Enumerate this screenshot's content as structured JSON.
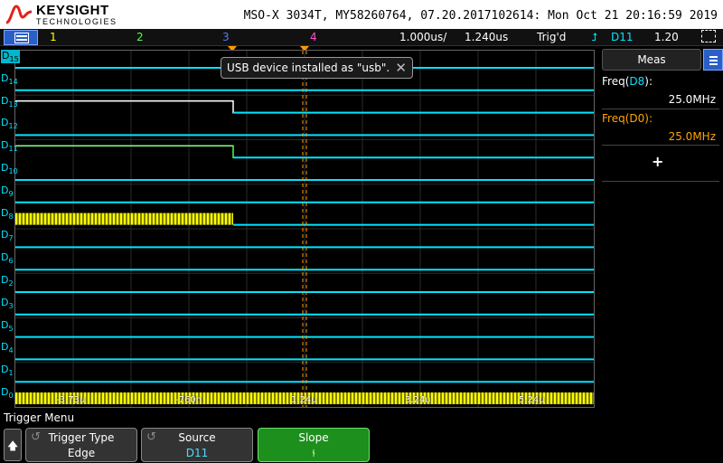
{
  "brand": {
    "name": "KEYSIGHT",
    "sub": "TECHNOLOGIES"
  },
  "header": {
    "model_info": "MSO-X 3034T, MY58260764, 07.20.2017102614: Mon Oct 21 20:16:59 2019"
  },
  "status": {
    "ch1": "1",
    "ch2": "2",
    "ch3": "3",
    "ch4": "4",
    "timebase": "1.000us/",
    "delay": "1.240us",
    "trig_state": "Trig'd",
    "trig_source": "D11",
    "trig_level": "1.20",
    "colors": {
      "ch1": "#ffff00",
      "ch2": "#4cff4c",
      "ch3": "#4f7dff",
      "ch4": "#ff4fc8"
    }
  },
  "channels": [
    {
      "label": "D",
      "sub": "15"
    },
    {
      "label": "D",
      "sub": "14"
    },
    {
      "label": "D",
      "sub": "13"
    },
    {
      "label": "D",
      "sub": "12"
    },
    {
      "label": "D",
      "sub": "11"
    },
    {
      "label": "D",
      "sub": "10"
    },
    {
      "label": "D",
      "sub": "9"
    },
    {
      "label": "D",
      "sub": "8"
    },
    {
      "label": "D",
      "sub": "7"
    },
    {
      "label": "D",
      "sub": "6"
    },
    {
      "label": "D",
      "sub": "2"
    },
    {
      "label": "D",
      "sub": "3"
    },
    {
      "label": "D",
      "sub": "5"
    },
    {
      "label": "D",
      "sub": "4"
    },
    {
      "label": "D",
      "sub": "1"
    },
    {
      "label": "D",
      "sub": "0"
    }
  ],
  "time_labels": [
    "-3.73u",
    "-760n",
    "1.24u",
    "3.24u",
    "5.24u"
  ],
  "toast": {
    "text": "USB device installed as \"usb\"."
  },
  "meas": {
    "title": "Meas",
    "items": [
      {
        "label": "Freq(",
        "ch": "D8",
        "close": "):",
        "value": "25.0MHz",
        "color": "#ffffff"
      },
      {
        "label": "Freq(",
        "ch": "D0",
        "close": "):",
        "value": "25.0MHz",
        "color": "#ffa500"
      }
    ],
    "add": "+"
  },
  "softmenu": {
    "title": "Trigger Menu",
    "keys": [
      {
        "name": "Trigger Type",
        "value": "Edge"
      },
      {
        "name": "Source",
        "value": "D11"
      },
      {
        "name": "Slope",
        "value": "⫮"
      }
    ]
  }
}
